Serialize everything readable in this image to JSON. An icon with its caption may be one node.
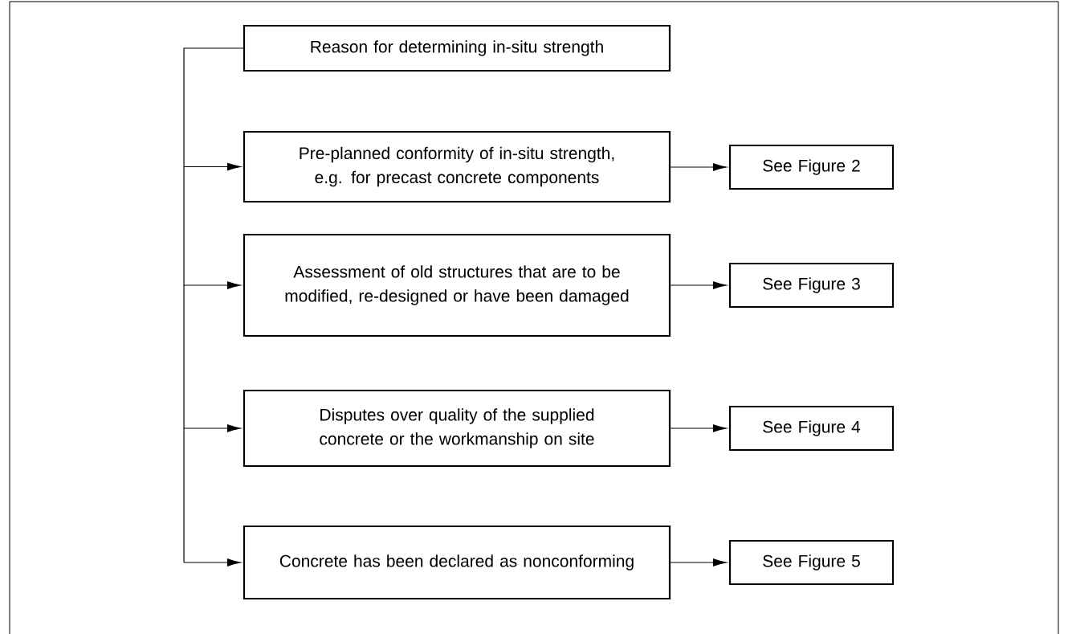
{
  "diagram": {
    "nodes": [
      {
        "text": [
          "Reason for determining in-situ strength"
        ]
      },
      {
        "text": [
          "Pre-planned conformity of in-situ strength, e.g. for precast concrete components"
        ]
      },
      {
        "text": [
          "See Figure 2"
        ]
      },
      {
        "text": [
          "Assessment of old structures that are to be modified, re-designed or have been damaged"
        ]
      },
      {
        "text": [
          "See Figure 3"
        ]
      },
      {
        "text": [
          "Disputes over quality of the supplied concrete or the workmanship on site"
        ]
      },
      {
        "text": [
          "See Figure 4"
        ]
      },
      {
        "text": [
          "Concrete has been declared as nonconforming"
        ]
      },
      {
        "text": [
          "See Figure 5"
        ]
      }
    ],
    "edges": [
      {
        "from": 0,
        "to": 1,
        "arrow": "to"
      },
      {
        "from": 0,
        "to": 3,
        "arrow": "to"
      },
      {
        "from": 0,
        "to": 5,
        "arrow": "to"
      },
      {
        "from": 0,
        "to": 7,
        "arrow": "to"
      },
      {
        "from": 1,
        "to": 2,
        "arrow": "to"
      },
      {
        "from": 3,
        "to": 4,
        "arrow": "to"
      },
      {
        "from": 5,
        "to": 6,
        "arrow": "to"
      },
      {
        "from": 7,
        "to": 8,
        "arrow": "to"
      }
    ]
  }
}
